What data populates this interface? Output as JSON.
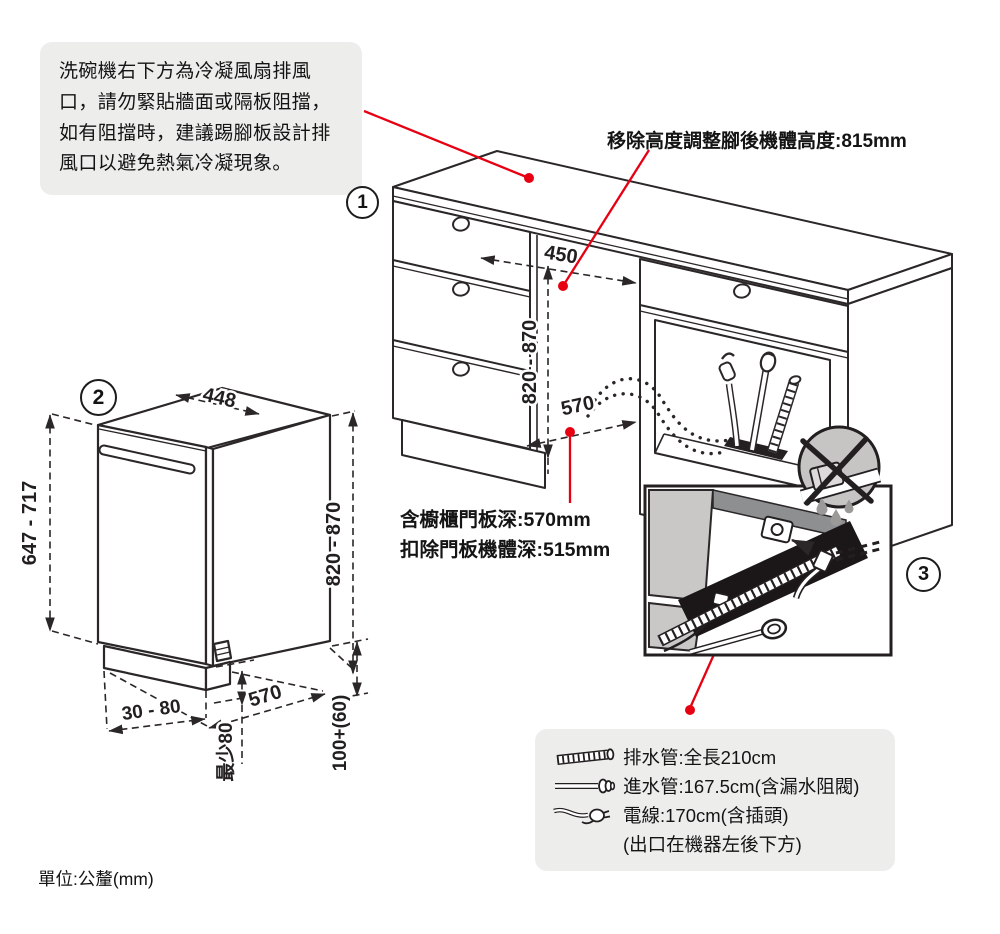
{
  "note_box": {
    "text": "洗碗機右下方為冷凝風扇排風口，請勿緊貼牆面或隔板阻擋，如有阻擋時，建議踢腳板設計排風口以避免熱氣冷凝現象。"
  },
  "callouts": {
    "removed_feet_height": "移除高度調整腳後機體高度:815mm",
    "depth_with_door": "含櫥櫃門板深:570mm",
    "depth_without_door": "扣除門板機體深:515mm"
  },
  "figure_markers": {
    "cabinet": "1",
    "machine": "2",
    "hoses": "3"
  },
  "dimensions": {
    "niche": {
      "width": "450",
      "height": "820 - 870",
      "depth": "570"
    },
    "machine": {
      "width": "448",
      "door_height": "647 - 717",
      "height": "820 - 870",
      "depth": "570",
      "kick_recess": "30 - 80",
      "min_kick": "最少80",
      "plinth": "100+(60)"
    }
  },
  "legend": {
    "items": [
      {
        "icon": "drain-hose-icon",
        "label": "排水管:全長210cm"
      },
      {
        "icon": "inlet-hose-icon",
        "label": "進水管:167.5cm(含漏水阻閥)"
      },
      {
        "icon": "power-cord-icon",
        "label": "電線:170cm(含插頭)"
      },
      {
        "icon": "none",
        "label": "(出口在機器左後下方)"
      }
    ]
  },
  "footer": {
    "unit_note": "單位:公釐(mm)"
  },
  "colors": {
    "accent_red": "#e60012",
    "panel_gray": "#ededec",
    "line": "#2b2627"
  }
}
